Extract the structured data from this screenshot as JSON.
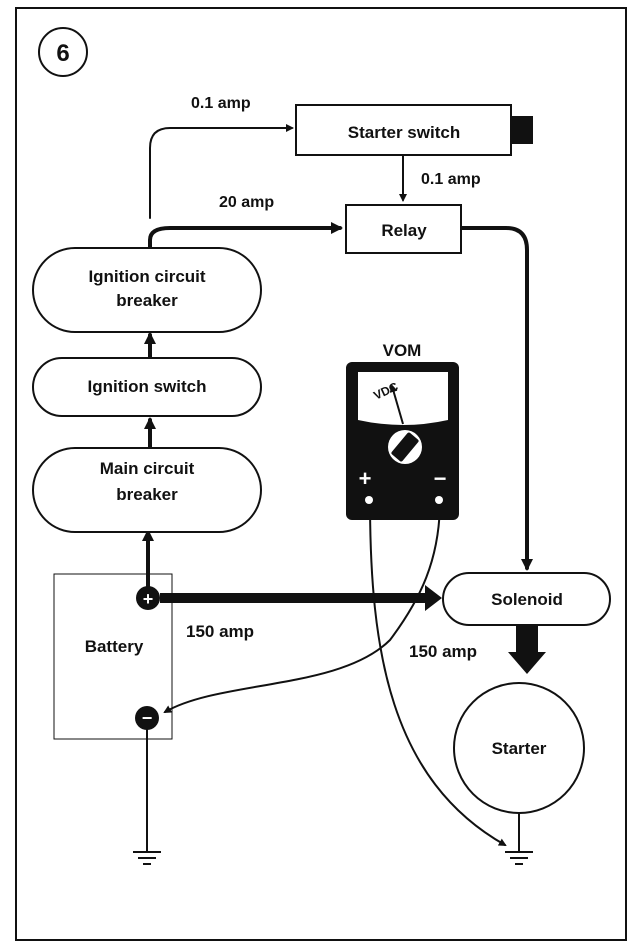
{
  "figure_number": "6",
  "components": {
    "starter_switch": "Starter switch",
    "relay": "Relay",
    "ignition_breaker_line1": "Ignition circuit",
    "ignition_breaker_line2": "breaker",
    "ignition_switch": "Ignition switch",
    "main_breaker_line1": "Main circuit",
    "main_breaker_line2": "breaker",
    "battery": "Battery",
    "solenoid": "Solenoid",
    "starter": "Starter"
  },
  "currents": {
    "to_starter_switch": "0.1 amp",
    "switch_to_relay": "0.1 amp",
    "to_relay": "20 amp",
    "battery_to_solenoid": "150 amp",
    "solenoid_to_starter": "150 amp"
  },
  "meter": {
    "title": "VOM",
    "scale": "VDC",
    "plus": "+",
    "minus": "−"
  },
  "battery_terminals": {
    "positive": "+",
    "negative": "−"
  }
}
